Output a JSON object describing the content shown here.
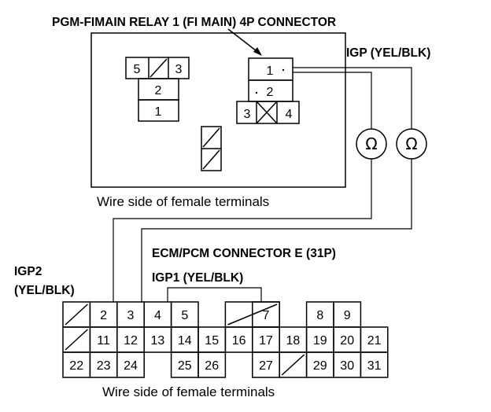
{
  "title": "PGM-FIMAIN RELAY 1 (FI MAIN) 4P CONNECTOR",
  "relay_caption": "Wire side of female terminals",
  "ecm_title": "ECM/PCM CONNECTOR E (31P)",
  "ecm_caption": "Wire side of female terminals",
  "igp_label": "IGP (YEL/BLK)",
  "igp1_label": "IGP1 (YEL/BLK)",
  "igp2_label_line1": "IGP2",
  "igp2_label_line2": "(YEL/BLK)",
  "ohm_symbol": "Ω",
  "relay_small": {
    "left": "5",
    "right": "3",
    "mid": "2",
    "bottom": "1"
  },
  "relay_4p": {
    "t1": "1",
    "t2": "2",
    "t3": "3",
    "t4": "4"
  },
  "ecm_row1": [
    "",
    "2",
    "3",
    "4",
    "5",
    "",
    "7",
    "8",
    "9"
  ],
  "ecm_row2": [
    "",
    "11",
    "12",
    "13",
    "14",
    "15",
    "16",
    "17",
    "18",
    "19",
    "20",
    "21"
  ],
  "ecm_row3": [
    "22",
    "23",
    "24",
    "25",
    "26",
    "27",
    "",
    "29",
    "30",
    "31"
  ]
}
